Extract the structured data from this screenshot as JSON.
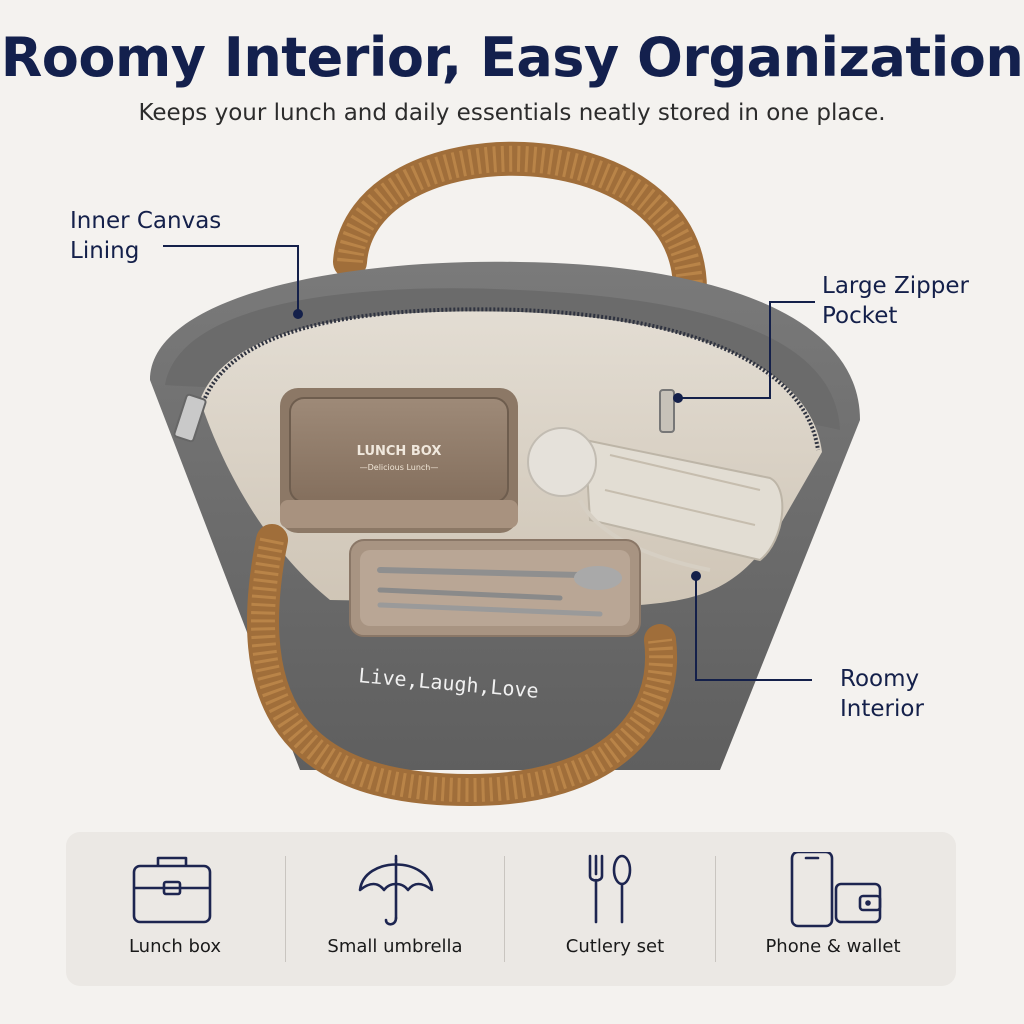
{
  "header": {
    "title": "Roomy Interior, Easy Organization",
    "subtitle": "Keeps your lunch and daily essentials neatly stored in one place."
  },
  "callouts": {
    "lining_line1": "Inner Canvas",
    "lining_line2": "Lining",
    "pocket_line1": "Large Zipper",
    "pocket_line2": "Pocket",
    "interior_line1": "Roomy",
    "interior_line2": "Interior"
  },
  "bag": {
    "print_text": "Live,Laugh,Love",
    "lunchbox_label": "LUNCH BOX",
    "lunchbox_sublabel": "—Delicious Lunch—"
  },
  "colors": {
    "title": "#13204d",
    "bag_body": "#6f6f6f",
    "handle": "#a06e3a",
    "lining": "#d8d0c4",
    "icon_stroke": "#1d2550"
  },
  "features": [
    {
      "icon": "lunch-box-icon",
      "label": "Lunch box"
    },
    {
      "icon": "umbrella-icon",
      "label": "Small umbrella"
    },
    {
      "icon": "cutlery-icon",
      "label": "Cutlery set"
    },
    {
      "icon": "phone-wallet-icon",
      "label": "Phone & wallet"
    }
  ]
}
